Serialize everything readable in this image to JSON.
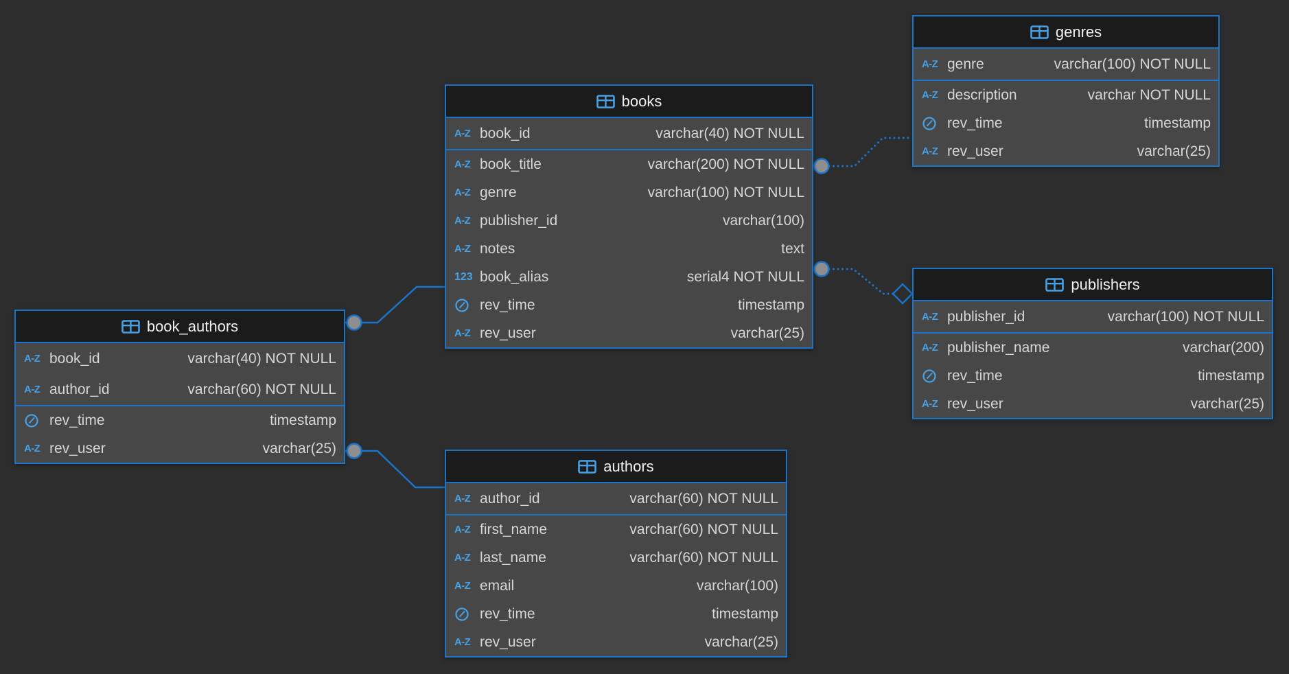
{
  "diagram": {
    "tool": "database-schema-designer",
    "colors": {
      "canvas_bg": "#2d2d2d",
      "accent_blue": "#1a74c9",
      "icon_blue": "#46a1e6",
      "table_header_bg": "#1b1b1b",
      "table_row_bg": "#474747",
      "row_text": "#d6d6d6",
      "title_text": "#f0f0f0",
      "connector_handle_gray": "#8e8e8e"
    },
    "icons": {
      "az_glyph": "A-Z",
      "num_glyph": "123",
      "clock": "timestamp-clock",
      "table": "table-grid"
    }
  },
  "tables": {
    "books": {
      "title": "books",
      "pk": [
        {
          "name": "book_id",
          "type": "varchar(40) NOT NULL",
          "icon": "A-Z"
        }
      ],
      "cols": [
        {
          "name": "book_title",
          "type": "varchar(200) NOT NULL",
          "icon": "A-Z"
        },
        {
          "name": "genre",
          "type": "varchar(100) NOT NULL",
          "icon": "A-Z"
        },
        {
          "name": "publisher_id",
          "type": "varchar(100)",
          "icon": "A-Z"
        },
        {
          "name": "notes",
          "type": "text",
          "icon": "A-Z"
        },
        {
          "name": "book_alias",
          "type": "serial4 NOT NULL",
          "icon": "123"
        },
        {
          "name": "rev_time",
          "type": "timestamp",
          "icon": "clock"
        },
        {
          "name": "rev_user",
          "type": "varchar(25)",
          "icon": "A-Z"
        }
      ]
    },
    "genres": {
      "title": "genres",
      "pk": [
        {
          "name": "genre",
          "type": "varchar(100) NOT NULL",
          "icon": "A-Z"
        }
      ],
      "cols": [
        {
          "name": "description",
          "type": "varchar NOT NULL",
          "icon": "A-Z"
        },
        {
          "name": "rev_time",
          "type": "timestamp",
          "icon": "clock"
        },
        {
          "name": "rev_user",
          "type": "varchar(25)",
          "icon": "A-Z"
        }
      ]
    },
    "publishers": {
      "title": "publishers",
      "pk": [
        {
          "name": "publisher_id",
          "type": "varchar(100) NOT NULL",
          "icon": "A-Z"
        }
      ],
      "cols": [
        {
          "name": "publisher_name",
          "type": "varchar(200)",
          "icon": "A-Z"
        },
        {
          "name": "rev_time",
          "type": "timestamp",
          "icon": "clock"
        },
        {
          "name": "rev_user",
          "type": "varchar(25)",
          "icon": "A-Z"
        }
      ]
    },
    "book_authors": {
      "title": "book_authors",
      "pk": [
        {
          "name": "book_id",
          "type": "varchar(40) NOT NULL",
          "icon": "A-Z"
        },
        {
          "name": "author_id",
          "type": "varchar(60) NOT NULL",
          "icon": "A-Z"
        }
      ],
      "cols": [
        {
          "name": "rev_time",
          "type": "timestamp",
          "icon": "clock"
        },
        {
          "name": "rev_user",
          "type": "varchar(25)",
          "icon": "A-Z"
        }
      ]
    },
    "authors": {
      "title": "authors",
      "pk": [
        {
          "name": "author_id",
          "type": "varchar(60) NOT NULL",
          "icon": "A-Z"
        }
      ],
      "cols": [
        {
          "name": "first_name",
          "type": "varchar(60) NOT NULL",
          "icon": "A-Z"
        },
        {
          "name": "last_name",
          "type": "varchar(60) NOT NULL",
          "icon": "A-Z"
        },
        {
          "name": "email",
          "type": "varchar(100)",
          "icon": "A-Z"
        },
        {
          "name": "rev_time",
          "type": "timestamp",
          "icon": "clock"
        },
        {
          "name": "rev_user",
          "type": "varchar(25)",
          "icon": "A-Z"
        }
      ]
    }
  },
  "relationships": [
    {
      "from": "book_authors",
      "to": "books",
      "line_style": "solid",
      "marker": "circle-handle"
    },
    {
      "from": "book_authors",
      "to": "authors",
      "line_style": "solid",
      "marker": "circle-handle"
    },
    {
      "from": "books",
      "to": "genres",
      "line_style": "dotted",
      "marker": "circle-handle"
    },
    {
      "from": "books",
      "to": "publishers",
      "line_style": "dotted",
      "marker": "circle-handle-and-open-diamond"
    }
  ]
}
